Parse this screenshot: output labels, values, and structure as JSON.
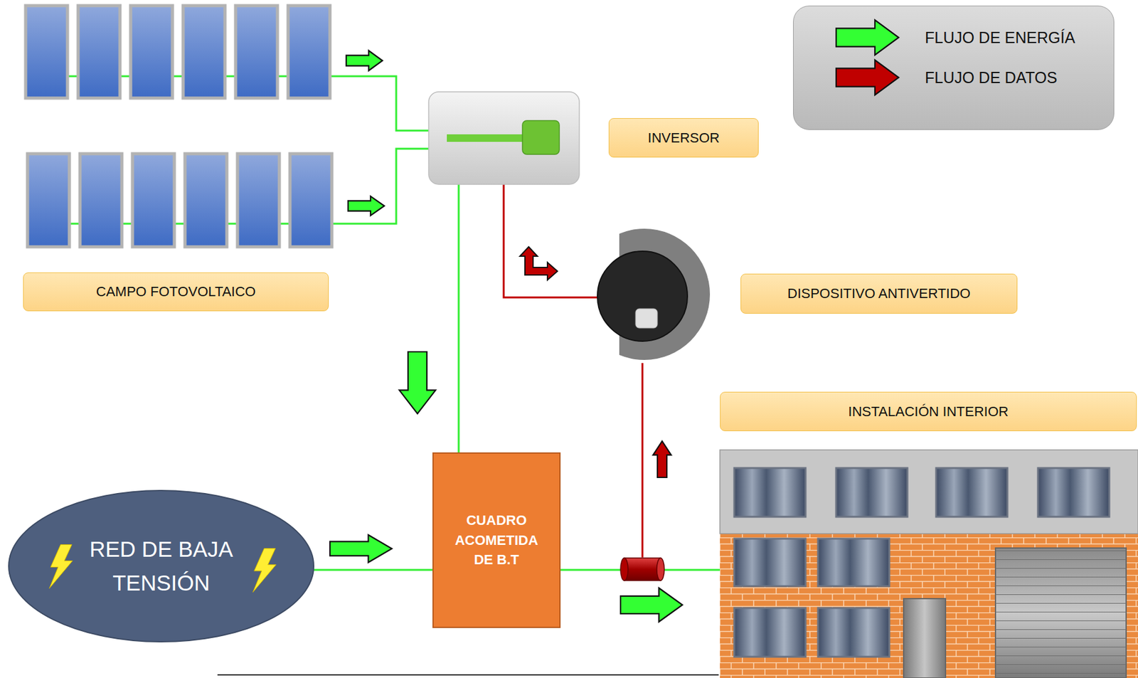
{
  "diagram": {
    "nodes": [
      {
        "text": [
          "CAMPO FOTOVOLTAICO"
        ]
      },
      {
        "text": [
          "INVERSOR"
        ]
      },
      {
        "text": [
          "DISPOSITIVO ANTIVERTIDO"
        ]
      },
      {
        "text": [
          "INSTALACIÓN INTERIOR"
        ]
      },
      {
        "text": [
          "RED DE BAJA TENSIÓN"
        ]
      },
      {
        "text": [
          "CUADRO ACOMETIDA DE B.T"
        ]
      }
    ],
    "edges": [
      {
        "from": 4,
        "to": 5,
        "arrow": "none"
      }
    ],
    "legend": [
      {
        "text": "FLUJO DE ENERGÍA",
        "color": "#33ff33"
      },
      {
        "text": "FLUJO DE DATOS",
        "color": "#c00000"
      }
    ]
  }
}
